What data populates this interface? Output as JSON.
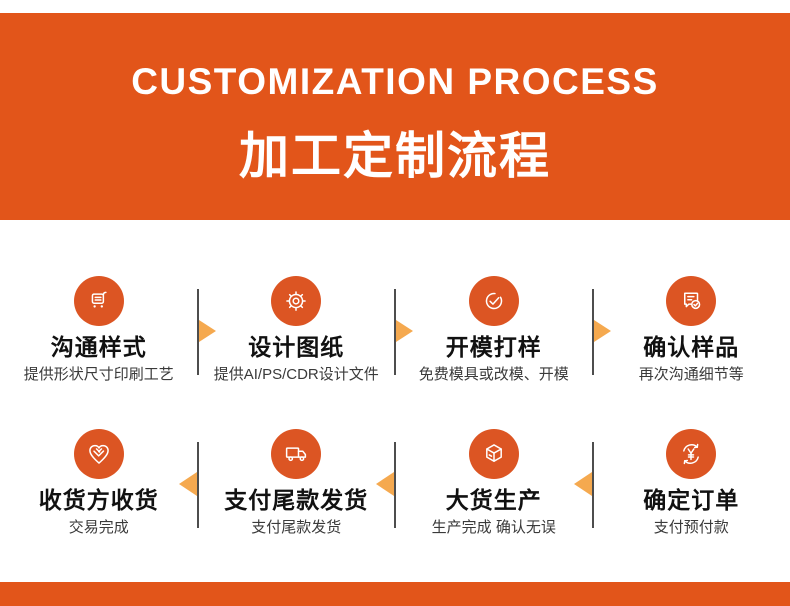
{
  "banner": {
    "title_en": "CUSTOMIZATION PROCESS",
    "title_zh": "加工定制流程"
  },
  "steps_row1": [
    {
      "icon": "cart-list-icon",
      "title": "沟通样式",
      "subtitle": "提供形状尺寸印刷工艺"
    },
    {
      "icon": "gear-icon",
      "title": "设计图纸",
      "subtitle": "提供AI/PS/CDR设计文件"
    },
    {
      "icon": "check-circle-icon",
      "title": "开模打样",
      "subtitle": "免费模具或改模、开模"
    },
    {
      "icon": "document-check-icon",
      "title": "确认样品",
      "subtitle": "再次沟通细节等"
    }
  ],
  "steps_row2": [
    {
      "icon": "heart-handshake-icon",
      "title": "收货方收货",
      "subtitle": "交易完成"
    },
    {
      "icon": "truck-icon",
      "title": "支付尾款发货",
      "subtitle": "支付尾款发货"
    },
    {
      "icon": "cube-icon",
      "title": "大货生产",
      "subtitle": "生产完成 确认无误"
    },
    {
      "icon": "yuan-refresh-icon",
      "title": "确定订单",
      "subtitle": "支付预付款"
    }
  ],
  "flow": {
    "row1_direction": "right",
    "row2_direction": "left"
  },
  "colors": {
    "banner_bg": "#E2551A",
    "circle_bg": "#DC5523",
    "arrow": "#F5A94F",
    "divider": "#4D4D4D",
    "title": "#111111",
    "subtitle": "#3A3A3A"
  }
}
